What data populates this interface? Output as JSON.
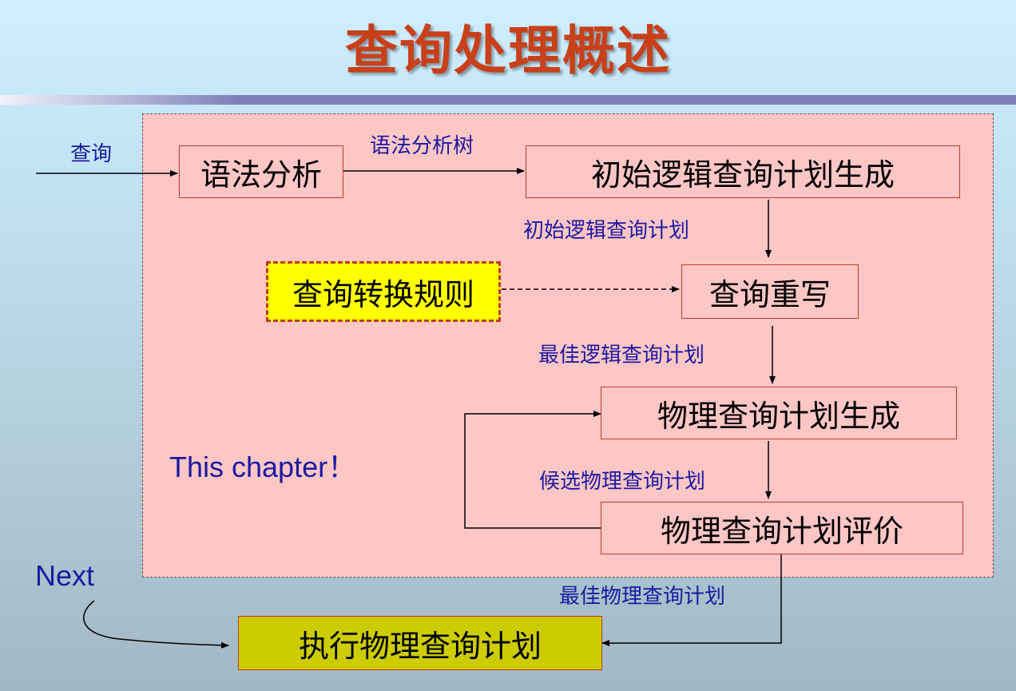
{
  "title": "查询处理概述",
  "labels": {
    "query": "查询",
    "parse_tree": "语法分析树",
    "initial_logical_plan": "初始逻辑查询计划",
    "best_logical_plan": "最佳逻辑查询计划",
    "candidate_physical_plans": "候选物理查询计划",
    "best_physical_plan": "最佳物理查询计划",
    "this_chapter": "This chapter！",
    "next": "Next"
  },
  "boxes": {
    "parsing": "语法分析",
    "initial_plan_gen": "初始逻辑查询计划生成",
    "rewrite_rules": "查询转换规则",
    "query_rewrite": "查询重写",
    "physical_plan_gen": "物理查询计划生成",
    "physical_plan_eval": "物理查询计划评价",
    "execute_plan": "执行物理查询计划"
  },
  "colors": {
    "title": "#c8401a",
    "region_fill": "#ffc6c6",
    "box_border": "#c0392b",
    "label_text": "#1a1aa0",
    "highlight_fill": "#ffff00",
    "exec_fill": "#cccc00"
  }
}
